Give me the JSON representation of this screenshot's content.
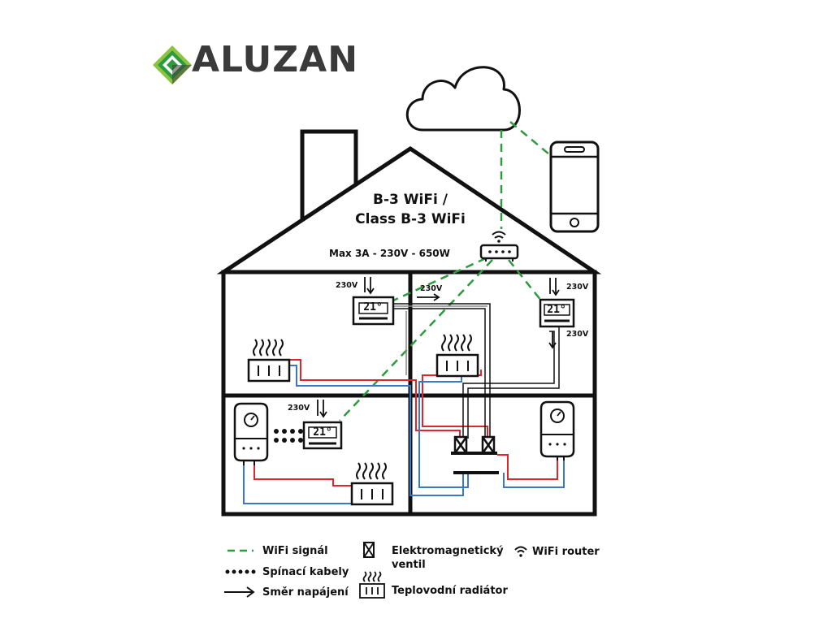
{
  "brand": {
    "name": "ALUZAN",
    "colors": {
      "green": "#2e9a3f",
      "light_green": "#8cc43f",
      "dark": "#3a3a3a"
    }
  },
  "title": {
    "line1": "B-3 WiFi /",
    "line2": "Class B-3 WiFi"
  },
  "spec": "Max 3A - 230V - 650W",
  "voltage_label": "230V",
  "thermostat_temp": "21°",
  "legend": {
    "wifi_signal": "WiFi signál",
    "switch_cables": "Spínací kabely",
    "power_direction": "Směr napájení",
    "em_valve": "Elektromagnetický ventil",
    "em_valve_line1": "Elektromagnetický",
    "em_valve_line2": "ventil",
    "radiator": "Teplovodní radiátor",
    "wifi_router": "WiFi router"
  },
  "colors": {
    "wifi_line": "#2e9a3f",
    "hot_pipe": "#e0262d",
    "cold_pipe": "#3b78c4",
    "outline": "#111111"
  }
}
